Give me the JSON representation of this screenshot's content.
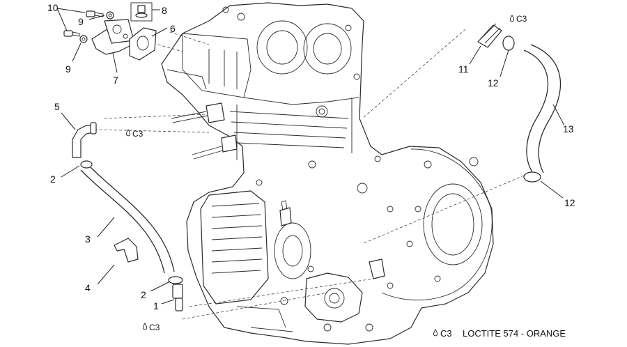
{
  "callouts": {
    "c1": "1",
    "c2a": "2",
    "c2b": "2",
    "c3": "3",
    "c4": "4",
    "c5": "5",
    "c6": "6",
    "c7": "7",
    "c8": "8",
    "c9a": "9",
    "c9b": "9",
    "c10": "10",
    "c11": "11",
    "c12a": "12",
    "c12b": "12",
    "c13": "13"
  },
  "notes": {
    "sealant_top": "C3",
    "sealant_left": "C3",
    "sealant_bottom": "C3"
  },
  "legend": {
    "code": "C3",
    "text": "LOCTITE 574 - ORANGE"
  },
  "icons": [
    "sealant-drop-icon"
  ]
}
